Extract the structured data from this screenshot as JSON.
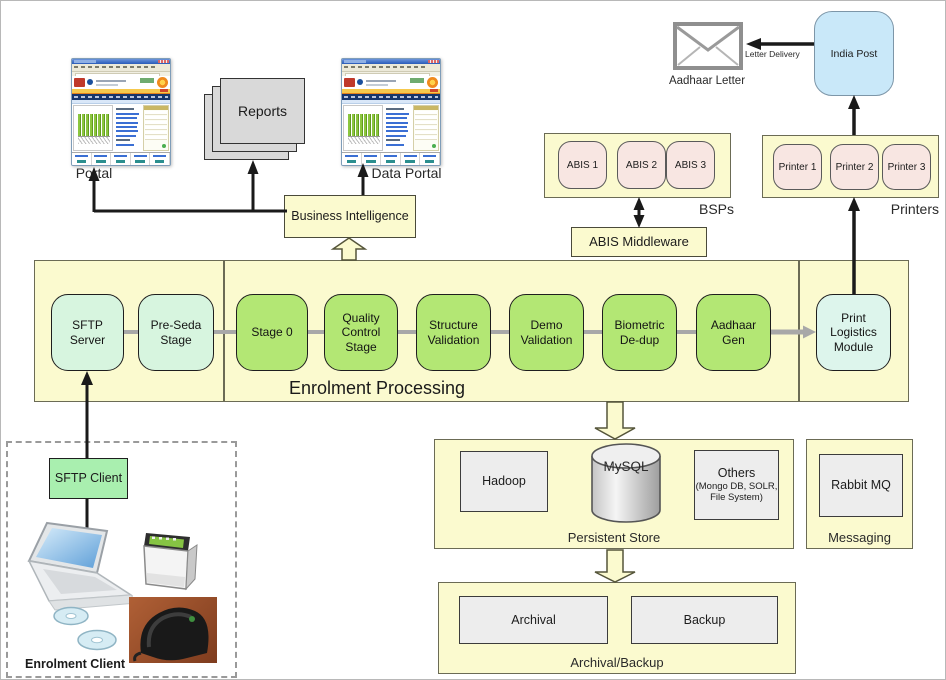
{
  "colors": {
    "container_yellow": "#FBFACF",
    "container_border": "#6B6B55",
    "stage_green": "#B3E774",
    "mint_green": "#D7F5DF",
    "pale_mint": "#DDF5EC",
    "client_green": "#A9EFAF",
    "pink_box": "#F8E6E2",
    "india_post_blue": "#C9E8F9",
    "gray_box": "#EDEDED",
    "connector_gray": "#A8A8A8",
    "bar_green": "#8CC63F"
  },
  "portal": {
    "label": "Portal"
  },
  "data_portal": {
    "label": "Data Portal"
  },
  "reports": {
    "label": "Reports"
  },
  "business_intelligence": {
    "label": "Business Intelligence"
  },
  "mail": {
    "aadhaar_letter_label": "Aadhaar Letter",
    "letter_delivery_label": "Letter Delivery",
    "india_post_label": "India Post"
  },
  "bsps": {
    "group_label": "BSPs",
    "items": [
      {
        "label": "ABIS 1"
      },
      {
        "label": "ABIS 2"
      },
      {
        "label": "ABIS 3"
      }
    ],
    "middleware_label": "ABIS Middleware"
  },
  "printers": {
    "group_label": "Printers",
    "items": [
      {
        "label": "Printer 1"
      },
      {
        "label": "Printer 2"
      },
      {
        "label": "Printer 3"
      }
    ]
  },
  "pipeline": {
    "title": "Enrolment Processing",
    "intake_stages": [
      {
        "label": "SFTP Server"
      },
      {
        "label": "Pre-Seda Stage"
      }
    ],
    "stages": [
      {
        "label": "Stage 0"
      },
      {
        "label": "Quality Control Stage"
      },
      {
        "label": "Structure Validation"
      },
      {
        "label": "Demo Validation"
      },
      {
        "label": "Biometric De-dup"
      },
      {
        "label": "Aadhaar Gen"
      }
    ],
    "print_logistics_label": "Print Logistics Module"
  },
  "enrolment_client": {
    "label": "Enrolment Client",
    "sftp_client_label": "SFTP Client"
  },
  "persistent_store": {
    "group_label": "Persistent Store",
    "hadoop_label": "Hadoop",
    "mysql_label": "MySQL",
    "others_label": "Others",
    "others_detail": "(Mongo DB, SOLR, File System)"
  },
  "messaging": {
    "group_label": "Messaging",
    "rabbitmq_label": "Rabbit MQ"
  },
  "archival_backup": {
    "group_label": "Archival/Backup",
    "archival_label": "Archival",
    "backup_label": "Backup"
  }
}
